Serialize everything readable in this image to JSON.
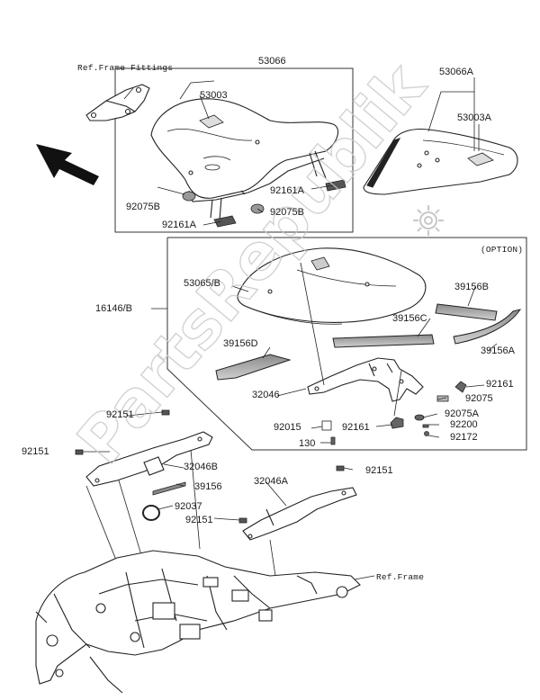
{
  "diagram": {
    "ref_frame_fittings": "Ref.Frame Fittings",
    "ref_frame": "Ref.Frame",
    "option_label": "(OPTION)",
    "watermark": "PartsRepublik",
    "parts": {
      "p53066": "53066",
      "p53066A": "53066A",
      "p53003": "53003",
      "p53003A": "53003A",
      "p92161A_1": "92161A",
      "p92075B_1": "92075B",
      "p92161A_2": "92161A",
      "p92075B_2": "92075B",
      "p16146B": "16146/B",
      "p53065B": "53065/B",
      "p39156B": "39156B",
      "p39156C": "39156C",
      "p39156D": "39156D",
      "p39156A": "39156A",
      "p32046": "32046",
      "p92161_1": "92161",
      "p92075": "92075",
      "p92075A": "92075A",
      "p92015": "92015",
      "p92161_2": "92161",
      "p92200": "92200",
      "p130": "130",
      "p92172": "92172",
      "p92151_1": "92151",
      "p92151_2": "92151",
      "p32046B": "32046B",
      "p39156": "39156",
      "p92037": "92037",
      "p32046A": "32046A",
      "p92151_3": "92151",
      "p92151_4": "92151"
    }
  }
}
